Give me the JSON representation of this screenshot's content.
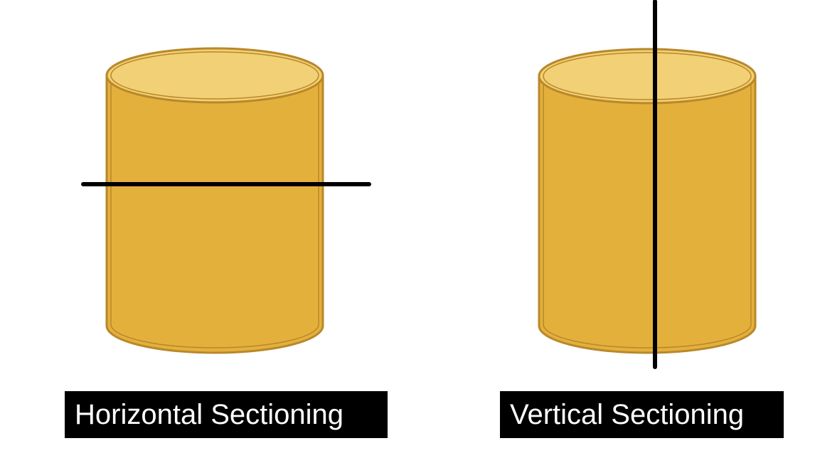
{
  "colors": {
    "cylinder_body": "#E4B03C",
    "cylinder_top": "#F2D075",
    "cylinder_outline": "#B8882A",
    "cut_line": "#000000",
    "caption_background": "#000000",
    "caption_text": "#FFFFFF"
  },
  "panels": [
    {
      "cut_orientation": "horizontal",
      "caption": "Horizontal Sectioning"
    },
    {
      "cut_orientation": "vertical",
      "caption": "Vertical Sectioning"
    }
  ]
}
